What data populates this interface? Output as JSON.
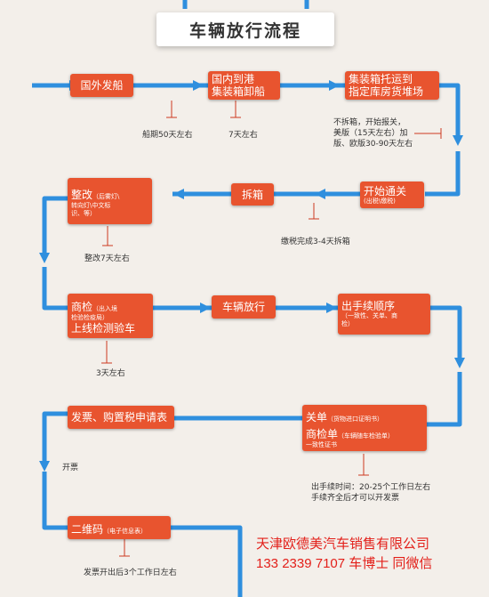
{
  "title": "车辆放行流程",
  "steps": {
    "s1": {
      "main": "国外发船"
    },
    "s2": {
      "line1": "国内到港",
      "line2": "集装箱卸船"
    },
    "s3": {
      "line1": "集装箱托运到",
      "line2": "指定库房货堆场"
    },
    "s4": {
      "main": "开始通关",
      "sub": "(出税\\缴税)"
    },
    "s5": {
      "main": "拆箱"
    },
    "s6": {
      "main": "整改",
      "sub_a": "（后雾灯\\",
      "sub_b": "转向灯\\中文标",
      "sub_c": "识、等）"
    },
    "s7": {
      "main": "商检",
      "sub_a": "（出入境",
      "sub_b": "检验检疫局）",
      "line2": "上线检测验车"
    },
    "s8": {
      "main": "车辆放行"
    },
    "s9": {
      "main": "出手续顺序",
      "sub_a": "（一致性、关单、商",
      "sub_b": "检）"
    },
    "s10": {
      "main": "关单",
      "sub_a": "（货物进口证明书）",
      "main2": "商检单",
      "sub_b": "（车辆随车检验单）",
      "sub_c": "一致性证书"
    },
    "s11": {
      "main": "发票、购置税申请表"
    },
    "s12": {
      "main": "二维码",
      "sub": "（电子信息表）"
    }
  },
  "notes": {
    "n1": "船期50天左右",
    "n2": "7天左右",
    "n3": [
      "不拆箱，开始报关，",
      "美版（15天左右）加",
      "版、欧版30-90天左右"
    ],
    "n4": "缴税完成3-4天拆箱",
    "n5": "整改7天左右",
    "n6": "3天左右",
    "n7": "开票",
    "n8": [
      "出手续时间：20-25个工作日左右",
      "手续齐全后才可以开发票"
    ],
    "n9": "发票开出后3个工作日左右"
  },
  "company": {
    "name": "天津欧德美汽车销售有限公司",
    "contact": "133 2339 7107 车博士 同微信"
  },
  "colors": {
    "box": "#e8542f",
    "arrow": "#2f8fde",
    "background": "#f3efea",
    "company_text": "#e3201a"
  }
}
